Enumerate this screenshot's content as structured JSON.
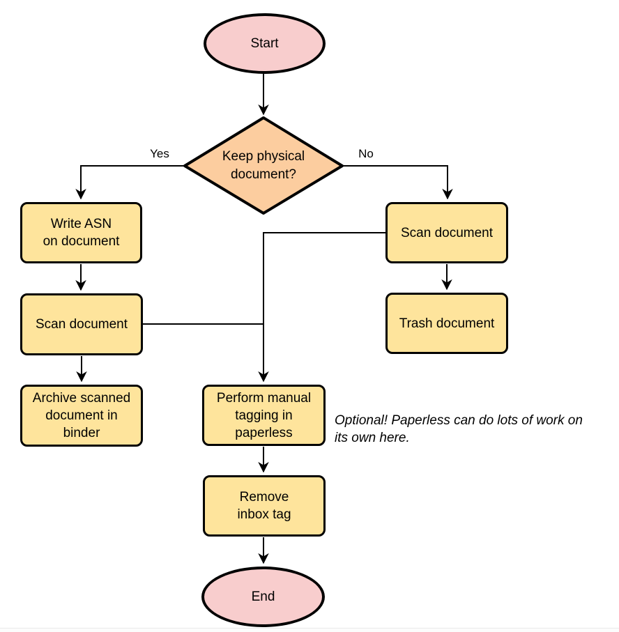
{
  "diagram": {
    "nodes": {
      "start": {
        "label": "Start",
        "shape": "ellipse"
      },
      "decision": {
        "label": "Keep physical\ndocument?",
        "shape": "diamond"
      },
      "write_asn": {
        "label": "Write ASN\non document",
        "shape": "process"
      },
      "scan_left": {
        "label": "Scan document",
        "shape": "process"
      },
      "archive": {
        "label": "Archive scanned\ndocument in\nbinder",
        "shape": "process"
      },
      "scan_right": {
        "label": "Scan document",
        "shape": "process"
      },
      "trash": {
        "label": "Trash document",
        "shape": "process"
      },
      "tagging": {
        "label": "Perform manual\ntagging in\npaperless",
        "shape": "process"
      },
      "remove_inbox": {
        "label": "Remove\ninbox tag",
        "shape": "process"
      },
      "end": {
        "label": "End",
        "shape": "ellipse"
      }
    },
    "edge_labels": {
      "yes": "Yes",
      "no": "No"
    },
    "edges": [
      {
        "from": "start",
        "to": "decision",
        "label": ""
      },
      {
        "from": "decision",
        "to": "write_asn",
        "label": "Yes"
      },
      {
        "from": "decision",
        "to": "scan_right",
        "label": "No"
      },
      {
        "from": "write_asn",
        "to": "scan_left",
        "label": ""
      },
      {
        "from": "scan_left",
        "to": "archive",
        "label": ""
      },
      {
        "from": "scan_left",
        "to": "tagging",
        "label": ""
      },
      {
        "from": "scan_right",
        "to": "trash",
        "label": ""
      },
      {
        "from": "scan_right",
        "to": "tagging",
        "label": ""
      },
      {
        "from": "tagging",
        "to": "remove_inbox",
        "label": ""
      },
      {
        "from": "remove_inbox",
        "to": "end",
        "label": ""
      }
    ],
    "note": "Optional! Paperless can do lots of work on\nits own here.",
    "colors": {
      "terminator_fill": "#f8cdcd",
      "decision_fill": "#fccd9f",
      "process_fill": "#fee49c",
      "stroke": "#000000"
    }
  }
}
